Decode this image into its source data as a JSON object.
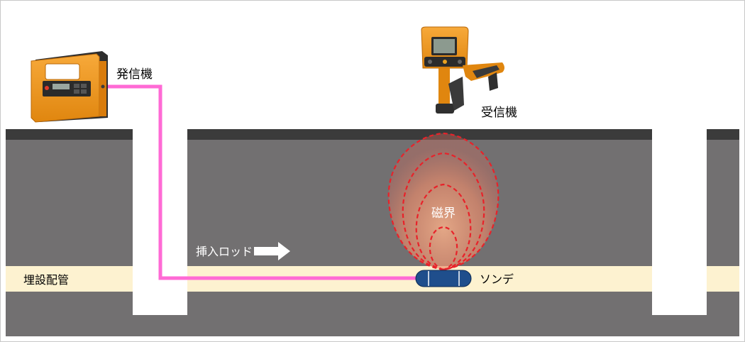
{
  "labels": {
    "transmitter": "発信機",
    "receiver": "受信機",
    "magnetic_field": "磁界",
    "insertion_rod": "挿入ロッド",
    "buried_pipe": "埋設配管",
    "sonde": "ソンデ"
  },
  "colors": {
    "frame": "#c8c8c8",
    "ground_fill": "#727071",
    "road_surface": "#3b3b3b",
    "pipe_band": "#fdf2d0",
    "cable": "#ff6ad5",
    "field_line": "#e8222a",
    "field_glow": "#f3a27a",
    "sonde": "#1f4e8c",
    "device_orange": "#f39a1e",
    "device_dark": "#3a3a3a",
    "arrow": "#ffffff",
    "label_dark": "#000000",
    "label_light": "#ffffff"
  },
  "icons": {
    "transmitter": "transmitter-device-icon",
    "receiver": "receiver-locator-icon",
    "sonde": "sonde-capsule-icon",
    "arrow": "arrow-right-icon"
  }
}
